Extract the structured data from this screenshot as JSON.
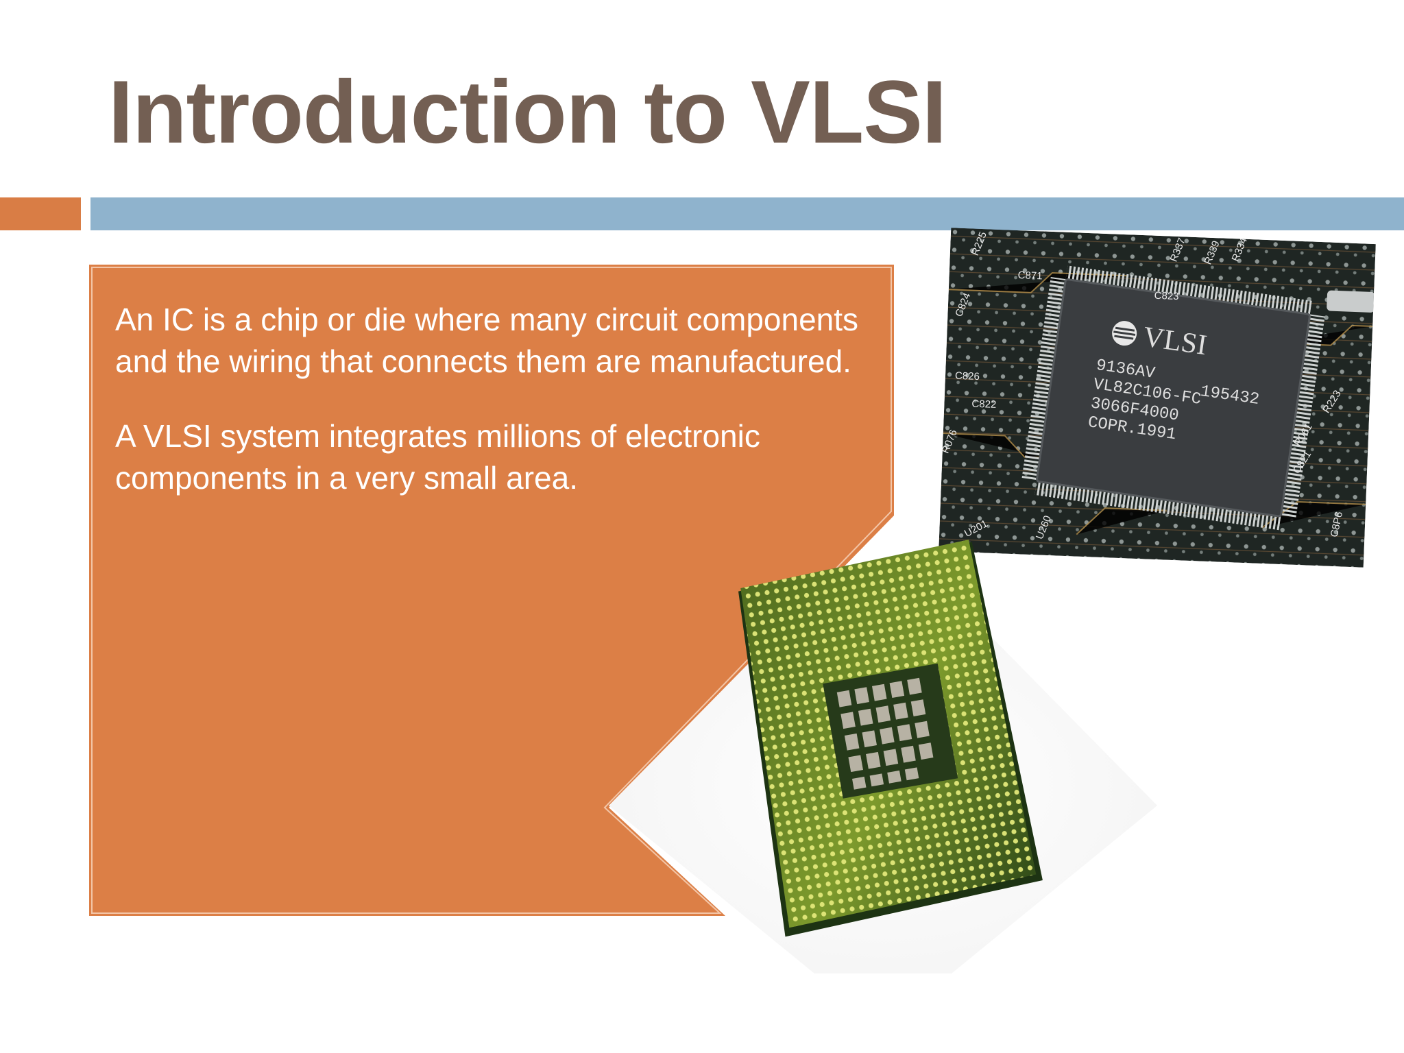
{
  "slide": {
    "title": "Introduction to VLSI",
    "colors": {
      "title": "#735f53",
      "accent_orange": "#d97d45",
      "accent_blue": "#8fb3cd",
      "content_box": "#dc7f46",
      "content_text": "#ffffff"
    },
    "content": {
      "paragraphs": [
        "An IC is a chip or die where many circuit components and the wiring that connects them are manufactured.",
        "A VLSI system integrates millions of electronic components in a very small area."
      ]
    },
    "images": {
      "board_photo": {
        "icon": "circuit-board-photo",
        "chip_brand": "VLSI",
        "chip_lines": [
          "9136AV",
          "195432",
          "VL82C106-FC",
          "3066F4000",
          "COPR.1991"
        ],
        "board_labels": [
          "R225",
          "R337",
          "R339",
          "R334",
          "C823",
          "C824",
          "C826",
          "C871",
          "C822",
          "C821",
          "R061",
          "R223",
          "R076",
          "U201",
          "U260",
          "C8P6"
        ]
      },
      "cpu_photo": {
        "icon": "cpu-chip-photo"
      }
    }
  }
}
